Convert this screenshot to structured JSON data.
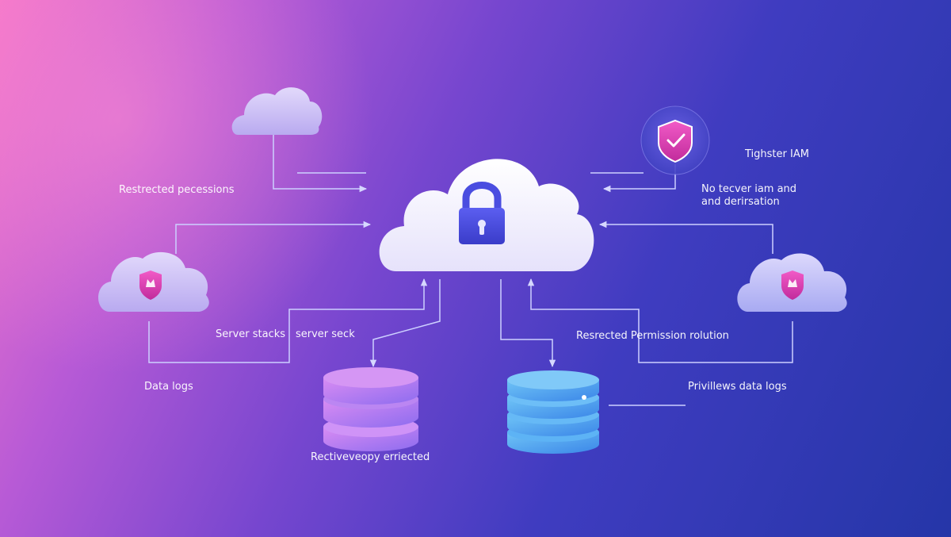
{
  "colors": {
    "connector": "#cdd0ff",
    "cloud_white": "#f4f2ff",
    "cloud_lavender": "#c9c0f5",
    "lock": "#4a4de0",
    "shield": "#e43fb3",
    "db_pink": "#b27bf0",
    "db_blue": "#4aa4f0"
  },
  "labels": {
    "restricted_permissions": "Restrected pecessions",
    "tighter_iam": "Tighster IAM",
    "no_tecver_1": "No tecver iam and",
    "no_tecver_2": "and derirsation",
    "server_stacks": "Server stacks",
    "server_seck": "server seck",
    "data_logs": "Data logs",
    "restricted_permission_rolution": "Resrected Permission rolution",
    "privilews_data_logs": "Privillews data logs",
    "rectivevopy": "Rectiveveopy erriected"
  },
  "icons": {
    "center": "padlock-icon",
    "badge": "shield-check-icon",
    "left_cloud": "shield-icon",
    "right_cloud": "shield-icon",
    "db_left": "database-icon",
    "db_right": "database-icon"
  }
}
